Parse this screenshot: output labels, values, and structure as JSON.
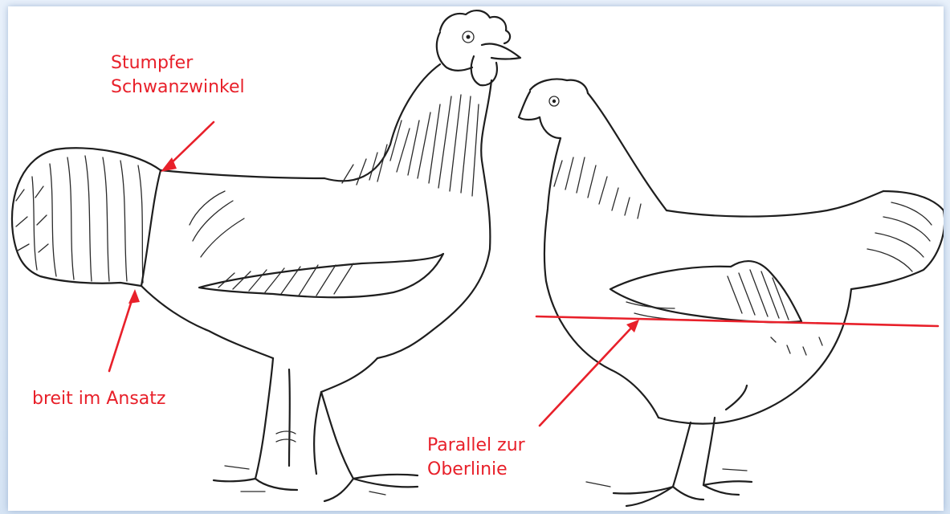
{
  "annotations": {
    "tail_angle": {
      "line1": "Stumpfer",
      "line2": "Schwanzwinkel"
    },
    "tail_base": {
      "text": "breit im Ansatz"
    },
    "topline": {
      "line1": "Parallel zur",
      "line2": "Oberlinie"
    }
  },
  "colors": {
    "annotation": "#e8202a",
    "ink": "#1e1e1e",
    "frame": "#dfeaf7"
  }
}
